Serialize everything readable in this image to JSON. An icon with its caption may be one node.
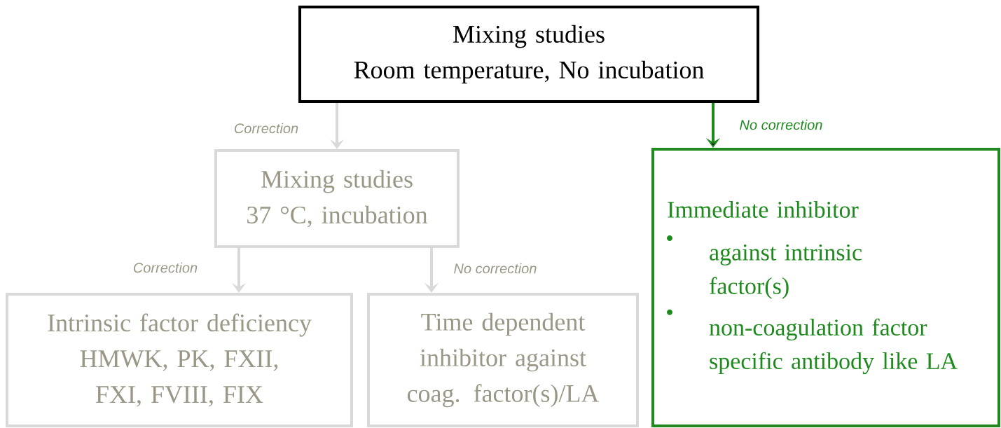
{
  "diagram": {
    "nodes": [
      {
        "text": [
          "Mixing studies",
          "Room temperature, No incubation"
        ]
      },
      {
        "text": [
          "Mixing studies",
          "37 °C, incubation"
        ]
      },
      {
        "text": [
          "Intrinsic factor deficiency",
          "HMWK, PK, FXII, FXI, FVIII, FIX"
        ]
      },
      {
        "text": [
          "Time dependent inhibitor against coag. factor(s)/LA"
        ]
      },
      {
        "text": [
          "Immediate inhibitor",
          "against intrinsic factor(s)",
          "non-coagulation factor specific antibody like LA"
        ]
      }
    ],
    "edges": [
      {
        "from": 0,
        "to": 1,
        "arrow": "to",
        "label": "Correction"
      },
      {
        "from": 1,
        "to": 2,
        "arrow": "to",
        "label": "Correction"
      },
      {
        "from": 1,
        "to": 3,
        "arrow": "to",
        "label": "No correction"
      },
      {
        "from": 0,
        "to": 4,
        "arrow": "to",
        "label": "No correction",
        "color": "#1e8a1e"
      }
    ]
  }
}
